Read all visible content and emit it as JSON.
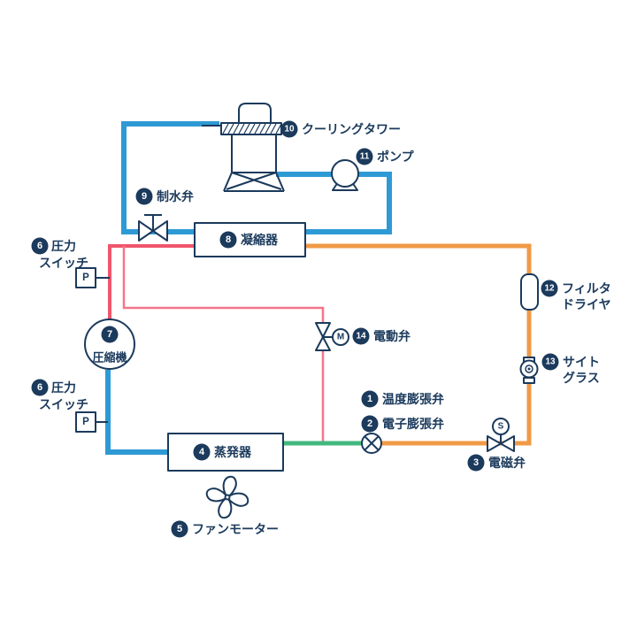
{
  "diagram": {
    "colors": {
      "pipe_blue": "#2e9ad5",
      "pipe_red": "#f0556c",
      "pipe_bypass": "#f4758a",
      "pipe_orange": "#f09a47",
      "pipe_green": "#43b87e",
      "ink": "#1b3a5c"
    },
    "components": {
      "expansion_valve_temp": {
        "num": "1",
        "label": "温度膨張弁"
      },
      "expansion_valve_electronic": {
        "num": "2",
        "label": "電子膨張弁"
      },
      "solenoid_valve": {
        "num": "3",
        "label": "電磁弁",
        "letter": "S"
      },
      "evaporator": {
        "num": "4",
        "label": "蒸発器"
      },
      "fan_motor": {
        "num": "5",
        "label": "ファンモーター"
      },
      "pressure_switch": {
        "num": "6",
        "label_line1": "圧力",
        "label_line2": "スイッチ",
        "letter": "P"
      },
      "compressor": {
        "num": "7",
        "label": "圧縮機"
      },
      "condenser": {
        "num": "8",
        "label": "凝縮器"
      },
      "water_regulating_valve": {
        "num": "9",
        "label": "制水弁"
      },
      "cooling_tower": {
        "num": "10",
        "label": "クーリングタワー"
      },
      "pump": {
        "num": "11",
        "label": "ポンプ"
      },
      "filter_dryer": {
        "num": "12",
        "label_line1": "フィルタ",
        "label_line2": "ドライヤ"
      },
      "sight_glass": {
        "num": "13",
        "label_line1": "サイト",
        "label_line2": "グラス"
      },
      "motorized_valve": {
        "num": "14",
        "label": "電動弁",
        "letter": "M"
      }
    }
  }
}
